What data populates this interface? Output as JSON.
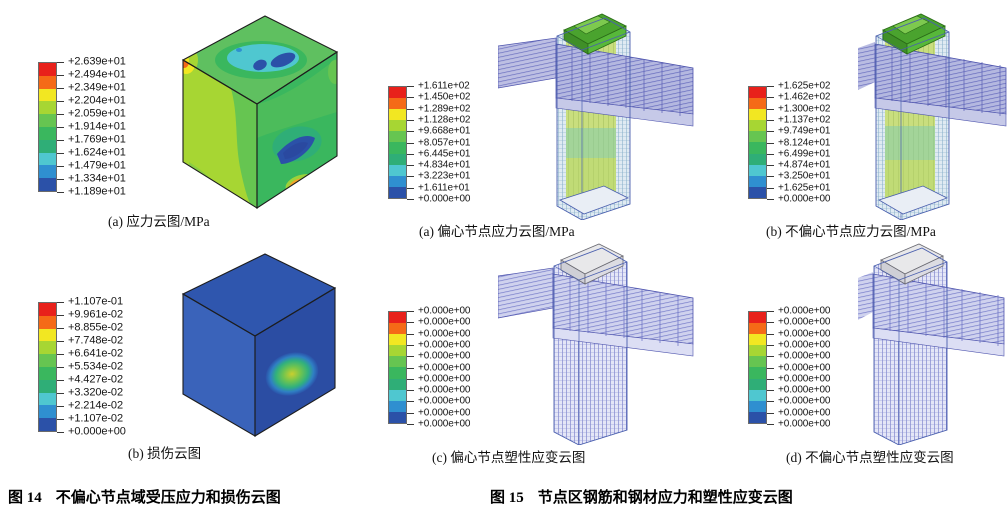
{
  "figures": [
    {
      "id": "fig14",
      "caption_num": "图 14",
      "caption_text": "不偏心节点域受压应力和损伤云图",
      "subplots": [
        {
          "id": "fig14a",
          "caption": "(a) 应力云图/MPa",
          "legend": {
            "labels": [
              "+2.639e+01",
              "+2.494e+01",
              "+2.349e+01",
              "+2.204e+01",
              "+2.059e+01",
              "+1.914e+01",
              "+1.769e+01",
              "+1.624e+01",
              "+1.479e+01",
              "+1.334e+01",
              "+1.189e+01"
            ],
            "colors": [
              "#e8211b",
              "#f56a17",
              "#f2e722",
              "#a7d633",
              "#66c551",
              "#3ab75e",
              "#2fae77",
              "#4fc7d0",
              "#2f8fd0",
              "#2b51a8"
            ]
          }
        },
        {
          "id": "fig14b",
          "caption": "(b) 损伤云图",
          "legend": {
            "labels": [
              "+1.107e-01",
              "+9.961e-02",
              "+8.855e-02",
              "+7.748e-02",
              "+6.641e-02",
              "+5.534e-02",
              "+4.427e-02",
              "+3.320e-02",
              "+2.214e-02",
              "+1.107e-02",
              "+0.000e+00"
            ],
            "colors": [
              "#e8211b",
              "#f56a17",
              "#f2e722",
              "#a7d633",
              "#66c551",
              "#3ab75e",
              "#2fae77",
              "#4fc7d0",
              "#2f8fd0",
              "#2b51a8"
            ]
          }
        }
      ]
    },
    {
      "id": "fig15",
      "caption_num": "图 15",
      "caption_text": "节点区钢筋和钢材应力和塑性应变云图",
      "subplots": [
        {
          "id": "fig15a",
          "caption": "(a) 偏心节点应力云图/MPa",
          "legend": {
            "labels": [
              "+1.611e+02",
              "+1.450e+02",
              "+1.289e+02",
              "+1.128e+02",
              "+9.668e+01",
              "+8.057e+01",
              "+6.445e+01",
              "+4.834e+01",
              "+3.223e+01",
              "+1.611e+01",
              "+0.000e+00"
            ],
            "colors": [
              "#e8211b",
              "#f56a17",
              "#f2e722",
              "#a7d633",
              "#66c551",
              "#3ab75e",
              "#2fae77",
              "#4fc7d0",
              "#2f8fd0",
              "#2b51a8"
            ]
          }
        },
        {
          "id": "fig15b",
          "caption": "(b) 不偏心节点应力云图/MPa",
          "legend": {
            "labels": [
              "+1.625e+02",
              "+1.462e+02",
              "+1.300e+02",
              "+1.137e+02",
              "+9.749e+01",
              "+8.124e+01",
              "+6.499e+01",
              "+4.874e+01",
              "+3.250e+01",
              "+1.625e+01",
              "+0.000e+00"
            ],
            "colors": [
              "#e8211b",
              "#f56a17",
              "#f2e722",
              "#a7d633",
              "#66c551",
              "#3ab75e",
              "#2fae77",
              "#4fc7d0",
              "#2f8fd0",
              "#2b51a8"
            ]
          }
        },
        {
          "id": "fig15c",
          "caption": "(c) 偏心节点塑性应变云图",
          "legend": {
            "labels": [
              "+0.000e+00",
              "+0.000e+00",
              "+0.000e+00",
              "+0.000e+00",
              "+0.000e+00",
              "+0.000e+00",
              "+0.000e+00",
              "+0.000e+00",
              "+0.000e+00",
              "+0.000e+00",
              "+0.000e+00"
            ],
            "colors": [
              "#e8211b",
              "#f56a17",
              "#f2e722",
              "#a7d633",
              "#66c551",
              "#3ab75e",
              "#2fae77",
              "#4fc7d0",
              "#2f8fd0",
              "#2b51a8"
            ]
          }
        },
        {
          "id": "fig15d",
          "caption": "(d) 不偏心节点塑性应变云图",
          "legend": {
            "labels": [
              "+0.000e+00",
              "+0.000e+00",
              "+0.000e+00",
              "+0.000e+00",
              "+0.000e+00",
              "+0.000e+00",
              "+0.000e+00",
              "+0.000e+00",
              "+0.000e+00",
              "+0.000e+00",
              "+0.000e+00"
            ],
            "colors": [
              "#e8211b",
              "#f56a17",
              "#f2e722",
              "#a7d633",
              "#66c551",
              "#3ab75e",
              "#2fae77",
              "#4fc7d0",
              "#2f8fd0",
              "#2b51a8"
            ]
          }
        }
      ]
    }
  ]
}
